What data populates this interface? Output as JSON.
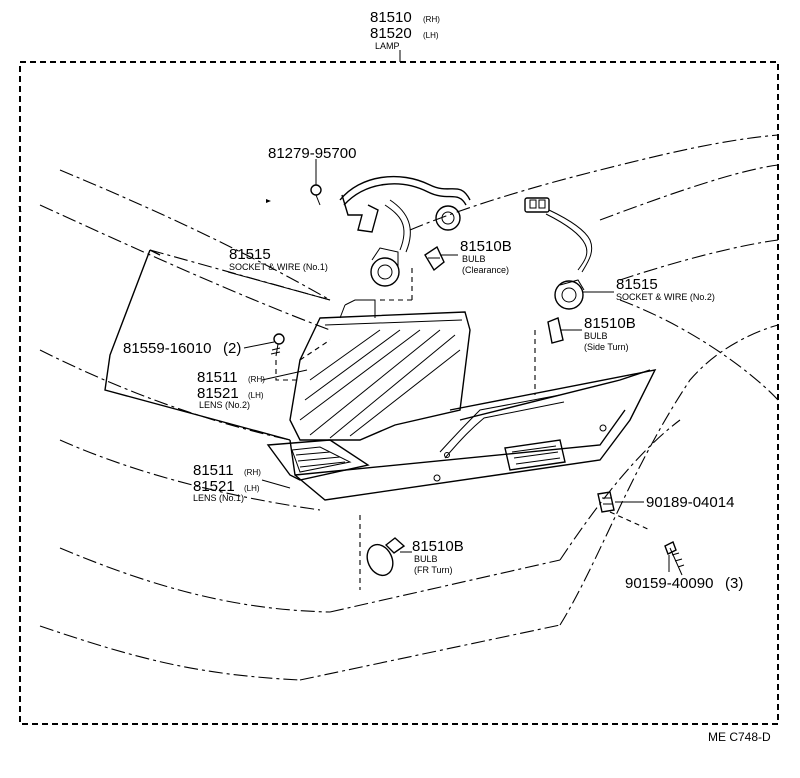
{
  "assembly": {
    "part_rh": "81510",
    "rh": "(RH)",
    "part_lh": "81520",
    "lh": "(LH)",
    "name": "LAMP"
  },
  "callouts": {
    "screw_top": {
      "part": "81279-95700"
    },
    "socket_no1": {
      "part": "81515",
      "desc": "SOCKET & WIRE (No.1)"
    },
    "bulb_clearance": {
      "part": "81510B",
      "type": "BULB",
      "note": "(Clearance)"
    },
    "socket_no2": {
      "part": "81515",
      "desc": "SOCKET & WIRE (No.2)"
    },
    "bulb_side_turn": {
      "part": "81510B",
      "type": "BULB",
      "note": "(Side Turn)"
    },
    "screw_lens": {
      "part": "81559-16010",
      "qty": "(2)"
    },
    "lens_no2": {
      "part_rh": "81511",
      "rh": "(RH)",
      "part_lh": "81521",
      "lh": "(LH)",
      "desc": "LENS (No.2)"
    },
    "lens_no1": {
      "part_rh": "81511",
      "rh": "(RH)",
      "part_lh": "81521",
      "lh": "(LH)",
      "desc": "LENS (No.1)"
    },
    "clip": {
      "part": "90189-04014"
    },
    "bulb_fr_turn": {
      "part": "81510B",
      "type": "BULB",
      "note": "(FR Turn)"
    },
    "screw_bottom": {
      "part": "90159-40090",
      "qty": "(3)"
    }
  },
  "figure_code": "ME C748-D"
}
